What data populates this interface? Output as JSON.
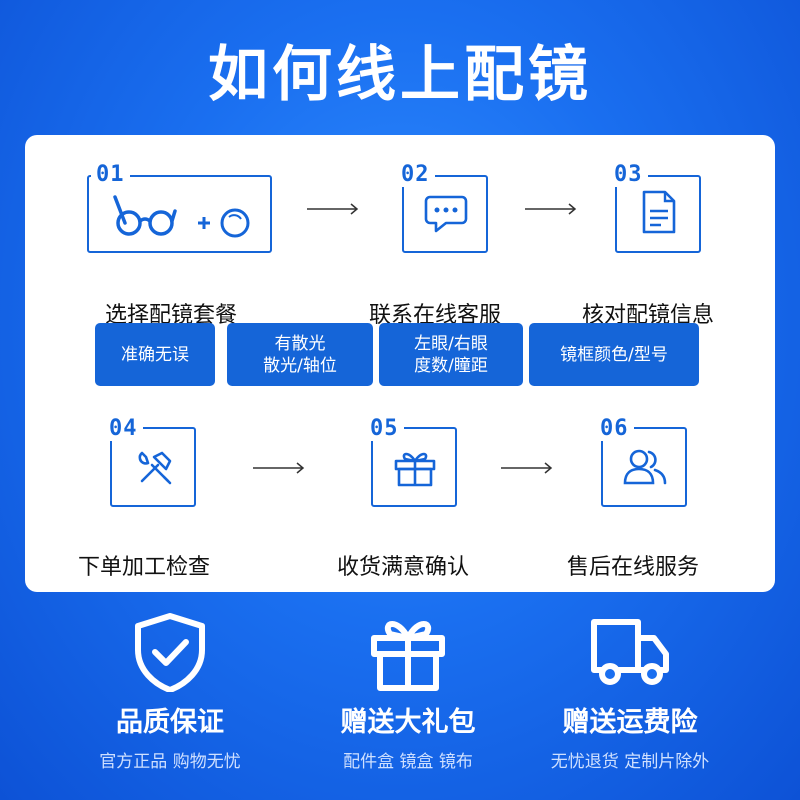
{
  "title": "如何线上配镜",
  "steps": [
    {
      "num": "01",
      "label": "选择配镜套餐",
      "icon": "glasses-plus-lens-icon"
    },
    {
      "num": "02",
      "label": "联系在线客服",
      "icon": "chat-bubble-icon"
    },
    {
      "num": "03",
      "label": "核对配镜信息",
      "icon": "document-icon"
    },
    {
      "num": "04",
      "label": "下单加工检查",
      "icon": "tools-icon"
    },
    {
      "num": "05",
      "label": "收货满意确认",
      "icon": "gift-icon"
    },
    {
      "num": "06",
      "label": "售后在线服务",
      "icon": "users-icon"
    }
  ],
  "tags": [
    {
      "lines": [
        "准确无误"
      ]
    },
    {
      "lines": [
        "有散光",
        "散光/轴位"
      ]
    },
    {
      "lines": [
        "左眼/右眼",
        "度数/瞳距"
      ]
    },
    {
      "lines": [
        "镜框颜色/型号"
      ]
    }
  ],
  "features": [
    {
      "title": "品质保证",
      "sub": "官方正品 购物无忧",
      "icon": "shield-check-icon"
    },
    {
      "title": "赠送大礼包",
      "sub": "配件盒 镜盒 镜布",
      "icon": "gift-box-icon"
    },
    {
      "title": "赠送运费险",
      "sub": "无忧退货 定制片除外",
      "icon": "delivery-truck-icon"
    }
  ],
  "colors": {
    "accent": "#1565d8",
    "background": "#1a6ff0",
    "card": "#ffffff"
  }
}
